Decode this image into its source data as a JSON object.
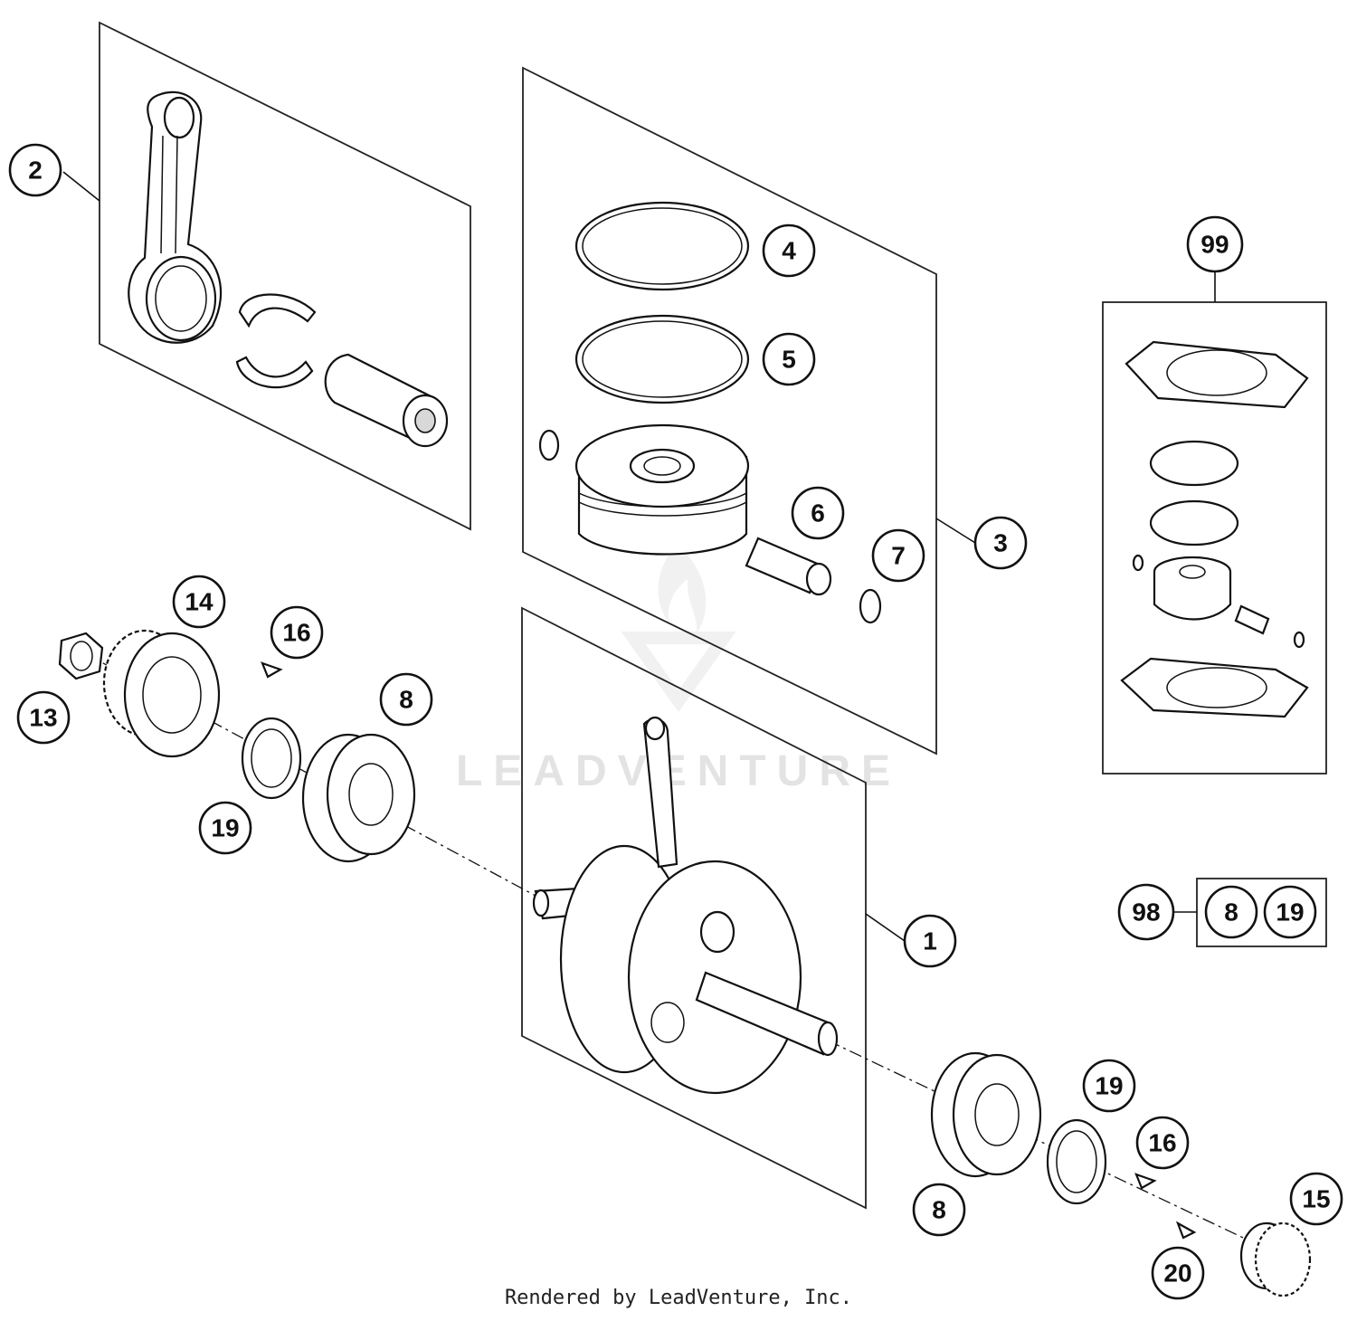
{
  "callouts": {
    "c1": "1",
    "c2": "2",
    "c3": "3",
    "c4": "4",
    "c5": "5",
    "c6": "6",
    "c7": "7",
    "c8a": "8",
    "c8b": "8",
    "c13": "13",
    "c14": "14",
    "c15": "15",
    "c16a": "16",
    "c16b": "16",
    "c19a": "19",
    "c19b": "19",
    "c20": "20",
    "c98": "98",
    "c98_8": "8",
    "c98_19": "19",
    "c99": "99"
  },
  "watermark": "LEADVENTURE",
  "footer": "Rendered by LeadVenture, Inc."
}
